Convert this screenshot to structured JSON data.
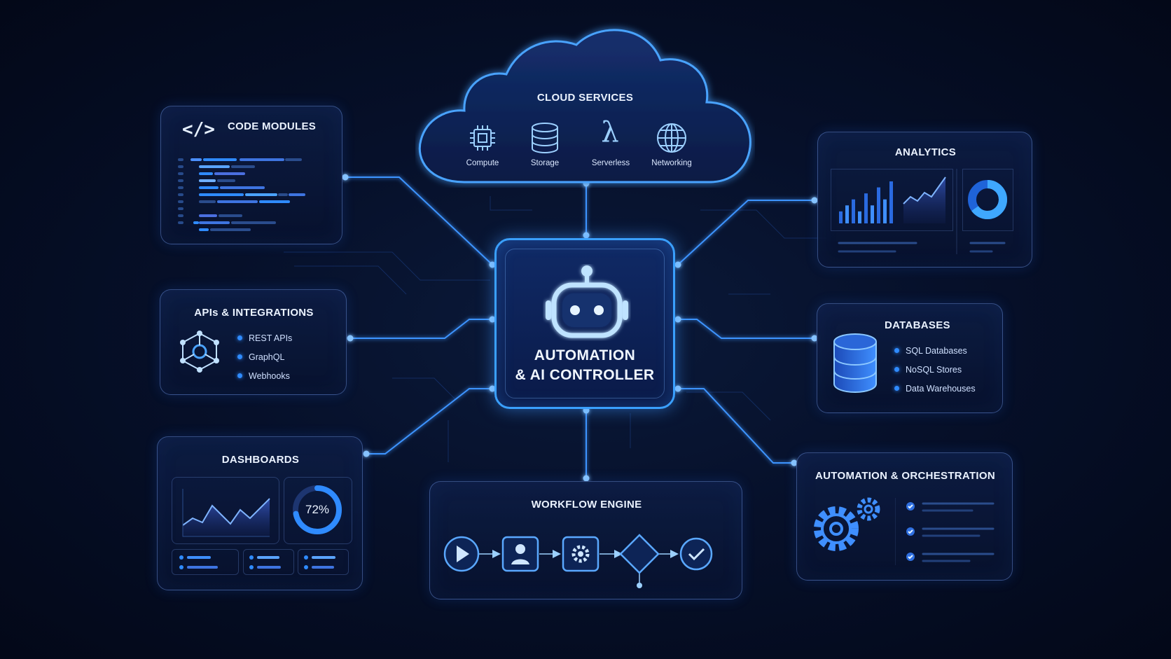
{
  "colors": {
    "accent": "#2f8bff",
    "glow": "#5fb0ff",
    "background": "#030818"
  },
  "cloud": {
    "title": "CLOUD SERVICES",
    "services": [
      {
        "label": "Compute",
        "icon": "cpu-icon"
      },
      {
        "label": "Storage",
        "icon": "database-stack-icon"
      },
      {
        "label": "Serverless",
        "icon": "lambda-icon"
      },
      {
        "label": "Networking",
        "icon": "globe-icon"
      }
    ]
  },
  "controller": {
    "line1": "AUTOMATION",
    "line2": "& AI CONTROLLER",
    "icon": "robot-icon"
  },
  "code_modules": {
    "title": "CODE MODULES",
    "icon": "code-brackets-icon"
  },
  "apis": {
    "title": "APIs & INTEGRATIONS",
    "items": [
      "REST APIs",
      "GraphQL",
      "Webhooks"
    ],
    "icon": "hexagon-network-icon"
  },
  "dashboards": {
    "title": "DASHBOARDS",
    "gauge_value": "72%",
    "gauge_fraction": 0.72
  },
  "workflow": {
    "title": "WORKFLOW ENGINE",
    "steps": [
      "play-icon",
      "user-icon",
      "gear-icon",
      "decision-diamond-icon",
      "check-icon"
    ]
  },
  "analytics": {
    "title": "ANALYTICS",
    "bars": [
      2,
      3,
      4,
      2,
      5,
      3,
      6,
      4,
      7
    ]
  },
  "databases": {
    "title": "DATABASES",
    "items": [
      "SQL Databases",
      "NoSQL Stores",
      "Data Warehouses"
    ],
    "icon": "database-icon"
  },
  "orchestration": {
    "title": "AUTOMATION & ORCHESTRATION",
    "icon": "gears-icon"
  }
}
